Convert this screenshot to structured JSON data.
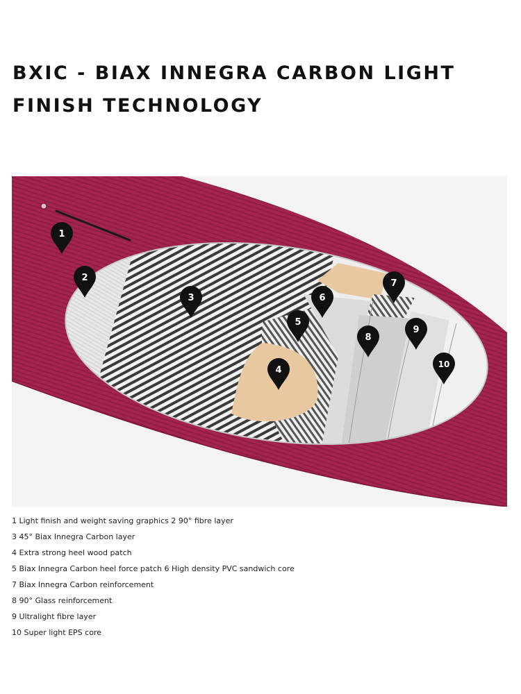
{
  "title": "BXIC - BIAX INNEGRA CARBON LIGHT FINISH TECHNOLOGY",
  "colors": {
    "board": "#a3244f",
    "paper_bg": "#f3f3f3",
    "wood": "#e7c8a0",
    "marker": "#111111"
  },
  "markers": [
    "1",
    "2",
    "3",
    "4",
    "5",
    "6",
    "7",
    "8",
    "9",
    "10"
  ],
  "captions": [
    "1 Light finish and weight saving graphics 2 90° fibre layer",
    "3 45° Biax Innegra Carbon layer",
    "4 Extra strong heel wood patch",
    "5 Biax Innegra Carbon heel force patch 6 High density PVC sandwich core",
    "7 Biax Innegra Carbon reinforcement",
    "8 90° Glass reinforcement",
    "9 Ultralight fibre layer",
    "10 Super light EPS core"
  ]
}
